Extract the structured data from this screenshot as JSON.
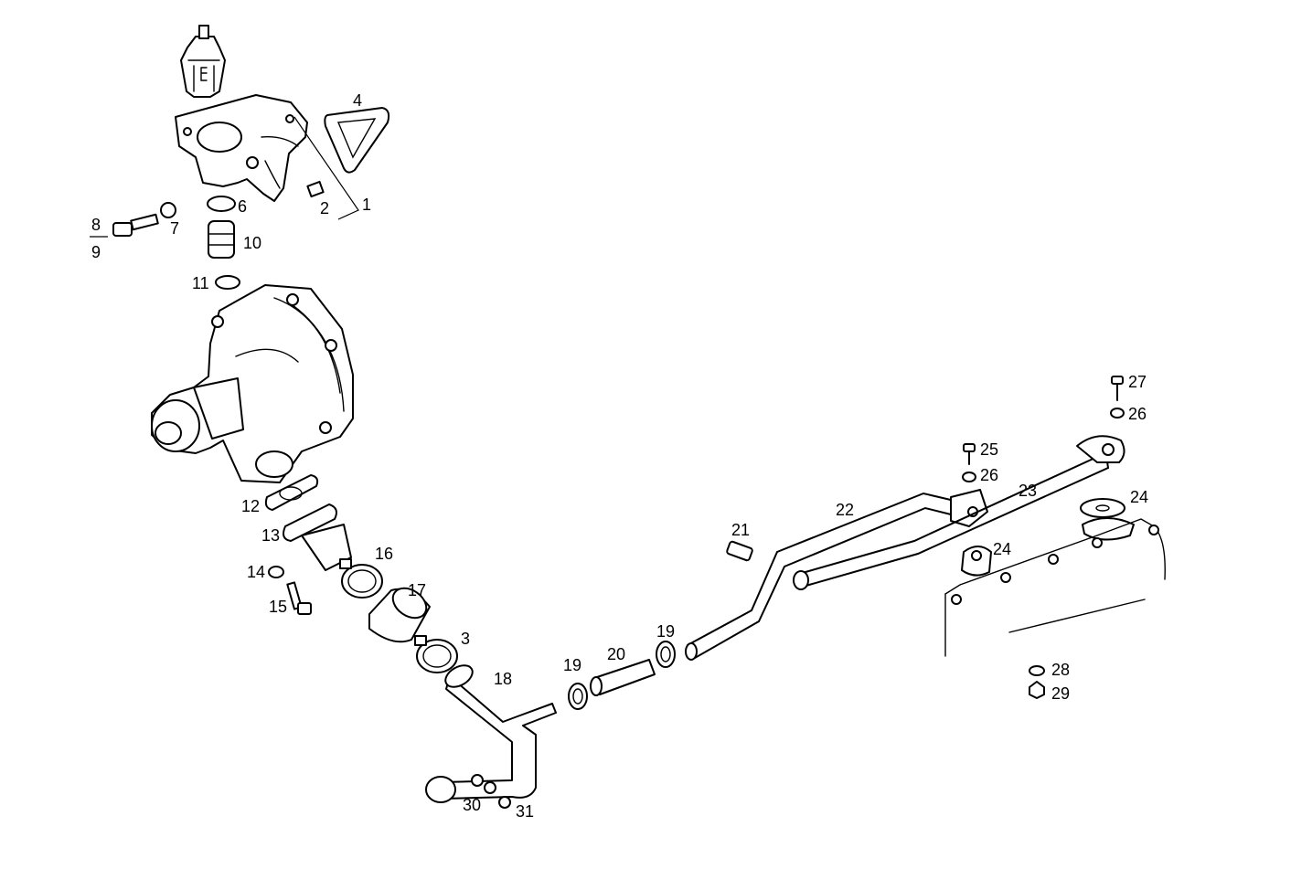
{
  "callouts": [
    {
      "id": "c1",
      "text": "1"
    },
    {
      "id": "c2",
      "text": "2"
    },
    {
      "id": "c3",
      "text": "3"
    },
    {
      "id": "c4",
      "text": "4"
    },
    {
      "id": "c6",
      "text": "6"
    },
    {
      "id": "c7",
      "text": "7"
    },
    {
      "id": "c8",
      "text": "8"
    },
    {
      "id": "c9",
      "text": "9"
    },
    {
      "id": "c10",
      "text": "10"
    },
    {
      "id": "c11",
      "text": "11"
    },
    {
      "id": "c12",
      "text": "12"
    },
    {
      "id": "c13",
      "text": "13"
    },
    {
      "id": "c14",
      "text": "14"
    },
    {
      "id": "c15",
      "text": "15"
    },
    {
      "id": "c16",
      "text": "16"
    },
    {
      "id": "c17",
      "text": "17"
    },
    {
      "id": "c18",
      "text": "18"
    },
    {
      "id": "c19a",
      "text": "19"
    },
    {
      "id": "c19b",
      "text": "19"
    },
    {
      "id": "c20",
      "text": "20"
    },
    {
      "id": "c21",
      "text": "21"
    },
    {
      "id": "c22",
      "text": "22"
    },
    {
      "id": "c23",
      "text": "23"
    },
    {
      "id": "c24a",
      "text": "24"
    },
    {
      "id": "c24b",
      "text": "24"
    },
    {
      "id": "c25",
      "text": "25"
    },
    {
      "id": "c26a",
      "text": "26"
    },
    {
      "id": "c26b",
      "text": "26"
    },
    {
      "id": "c27",
      "text": "27"
    },
    {
      "id": "c28",
      "text": "28"
    },
    {
      "id": "c29",
      "text": "29"
    },
    {
      "id": "c30",
      "text": "30"
    },
    {
      "id": "c31",
      "text": "31"
    }
  ]
}
